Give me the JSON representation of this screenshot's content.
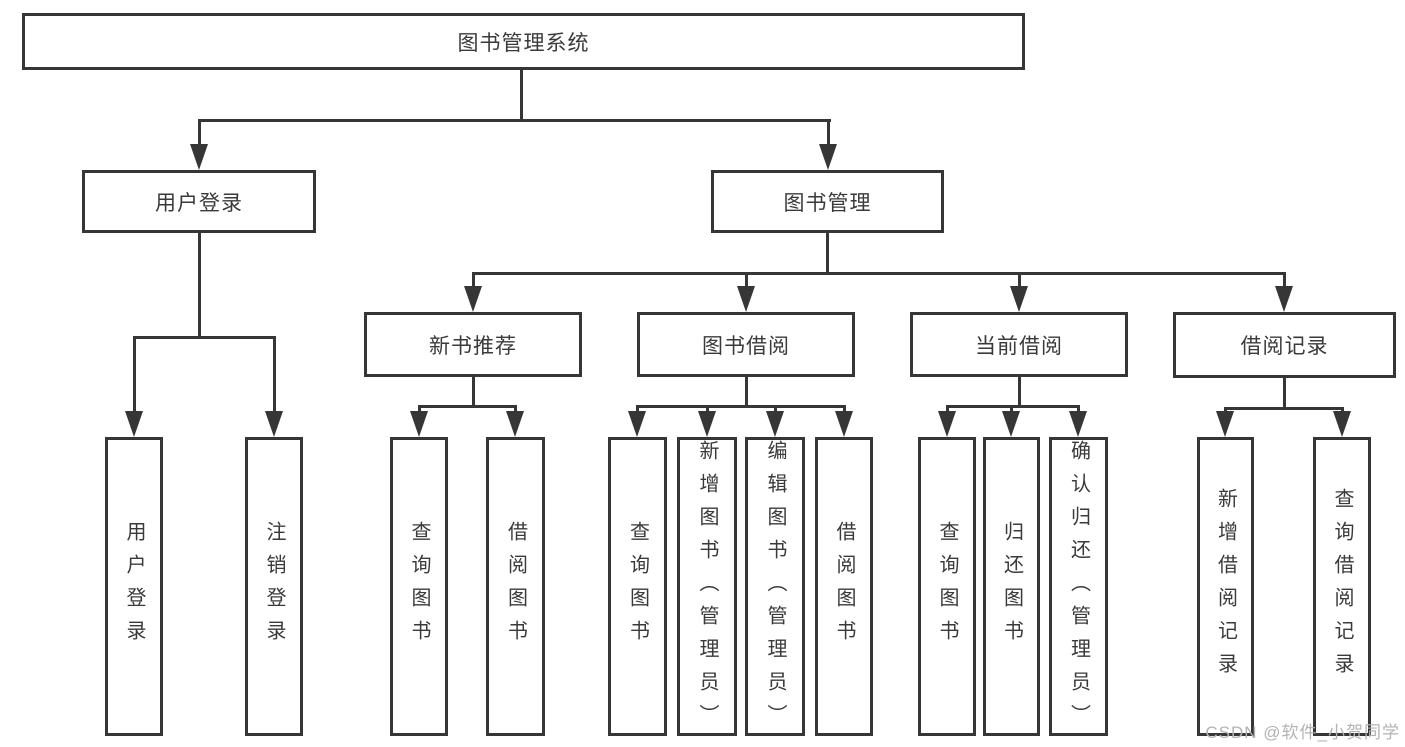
{
  "diagram": {
    "title": "图书管理系统",
    "root": {
      "label": "图书管理系统"
    },
    "level2": [
      {
        "label": "用户登录"
      },
      {
        "label": "图书管理"
      }
    ],
    "level3": [
      {
        "label": "新书推荐"
      },
      {
        "label": "图书借阅"
      },
      {
        "label": "当前借阅"
      },
      {
        "label": "借阅记录"
      }
    ],
    "leaves": {
      "user_login": [
        {
          "label": "用户登录"
        },
        {
          "label": "注销登录"
        }
      ],
      "new_book": [
        {
          "label": "查询图书"
        },
        {
          "label": "借阅图书"
        }
      ],
      "book_borrow": [
        {
          "label": "查询图书"
        },
        {
          "label": "新增图书（管理员）"
        },
        {
          "label": "编辑图书（管理员）"
        },
        {
          "label": "借阅图书"
        }
      ],
      "current_borrow": [
        {
          "label": "查询图书"
        },
        {
          "label": "归还图书"
        },
        {
          "label": "确认归还（管理员）"
        }
      ],
      "borrow_records": [
        {
          "label": "新增借阅记录"
        },
        {
          "label": "查询借阅记录"
        }
      ]
    },
    "colors": {
      "line": "#363636",
      "text": "#3a3a3a",
      "watermark": "#b3b3b3",
      "background": "#ffffff"
    }
  },
  "watermark": {
    "text": "CSDN @软件_小贺同学"
  }
}
